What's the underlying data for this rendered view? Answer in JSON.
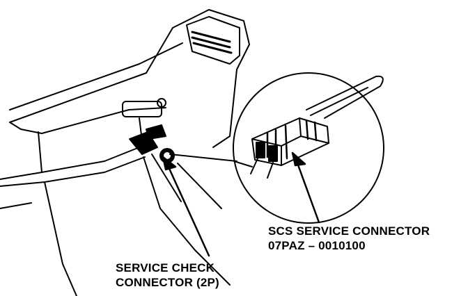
{
  "callouts": {
    "scs_connector": {
      "line1": "SCS SERVICE CONNECTOR",
      "line2": "07PAZ – 0010100"
    },
    "service_check_connector": {
      "line1": "SERVICE CHECK",
      "line2": "CONNECTOR (2P)"
    }
  },
  "colors": {
    "ink": "#000000",
    "paper": "#ffffff"
  }
}
